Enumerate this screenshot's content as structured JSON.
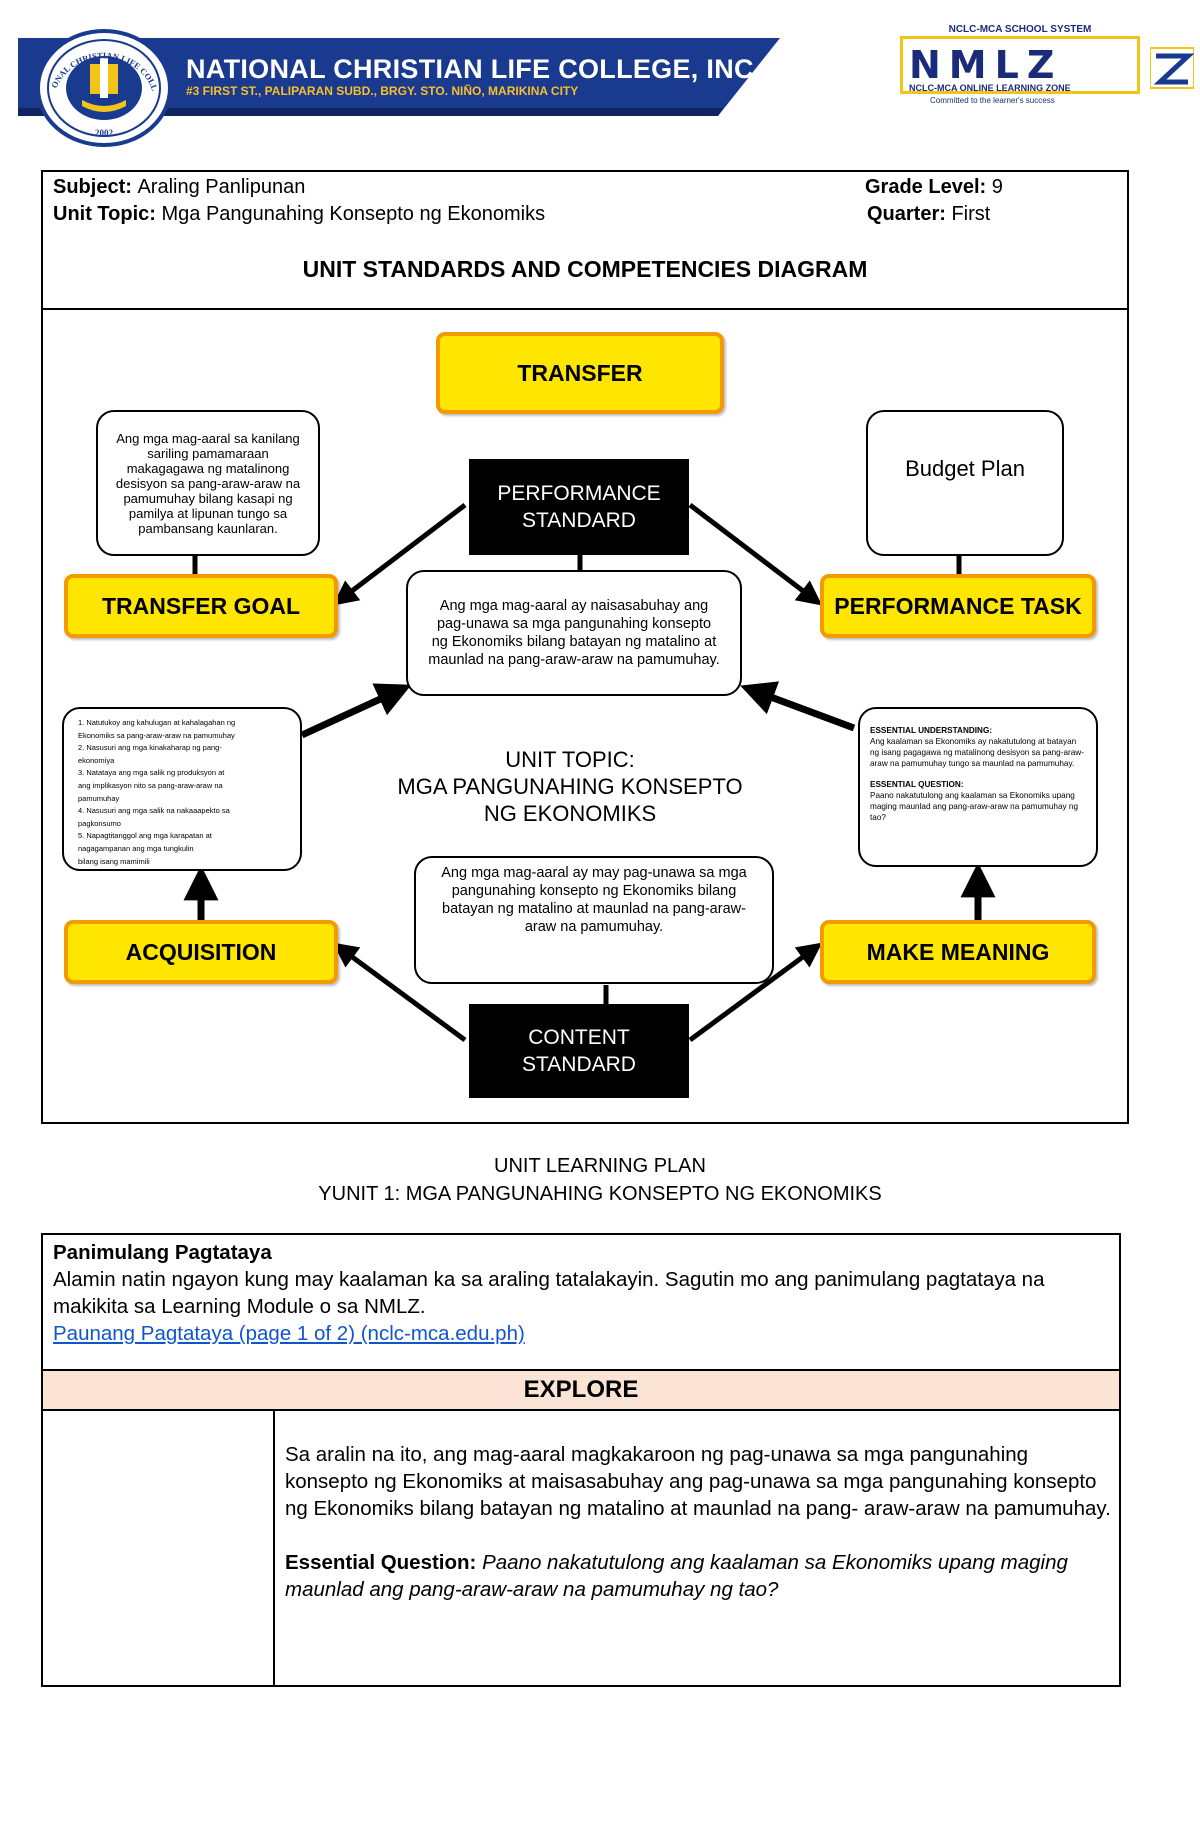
{
  "header": {
    "school_name": "NATIONAL CHRISTIAN LIFE COLLEGE, INC.",
    "school_address": "#3 FIRST ST., PALIPARAN SUBD., BRGY. STO. NIÑO, MARIKINA CITY",
    "seal_text": "NATIONAL CHRISTIAN LIFE COLLEGE",
    "seal_year": "2002",
    "brand_navy": "#1a3a8f",
    "nmlz_system": "NCLC-MCA SCHOOL SYSTEM",
    "nmlz_letters": "NMLZ",
    "nmlz_subtitle": "NCLC-MCA ONLINE LEARNING ZONE",
    "nmlz_tagline": "Committed to the learner's success"
  },
  "info": {
    "subject_label": "Subject:",
    "subject_value": "Araling Panlipunan",
    "unit_topic_label": "Unit Topic:",
    "unit_topic_value": "Mga Pangunahing Konsepto ng Ekonomiks",
    "grade_label": "Grade Level:",
    "grade_value": "9",
    "quarter_label": "Quarter:",
    "quarter_value": "First",
    "diagram_title": "UNIT STANDARDS AND COMPETENCIES DIAGRAM"
  },
  "diagram": {
    "transfer": "TRANSFER",
    "transfer_goal": "TRANSFER GOAL",
    "transfer_goal_text": "Ang mga mag-aaral sa kanilang sariling pamamaraan makagagawa ng matalinong desisyon sa pang-araw-araw na pamumuhay bilang kasapi ng pamilya at lipunan tungo sa pambansang kaunlaran.",
    "performance_standard_1": "PERFORMANCE",
    "performance_standard_2": "STANDARD",
    "performance_standard_text": "Ang mga mag-aaral ay naisasabuhay ang pag-unawa sa mga pangunahing konsepto ng Ekonomiks bilang batayan ng matalino at maunlad na pang-araw-araw na pamumuhay.",
    "performance_task": "PERFORMANCE TASK",
    "performance_task_text": "Budget Plan",
    "unit_topic_1": "UNIT TOPIC:",
    "unit_topic_2": "MGA PANGUNAHING KONSEPTO",
    "unit_topic_3": "NG EKONOMIKS",
    "acquisition": "ACQUISITION",
    "acquisition_items": [
      "1. Natutukoy ang kahulugan at kahalagahan ng",
      "Ekonomiks sa pang-araw-araw na pamumuhay",
      "2. Nasusuri ang mga kinakaharap ng pang-",
      "ekonomiya",
      "3. Natataya ang mga salik ng produksyon at",
      "ang implikasyon nito sa pang-araw-araw na",
      "pamumuhay",
      "4. Nasusuri ang mga salik na nakaaapekto sa",
      "pagkonsumo",
      "5. Napagtitanggol ang mga karapatan at",
      "nagagampanan ang mga tungkulin",
      "bilang isang mamimili"
    ],
    "make_meaning": "MAKE MEANING",
    "eu_label": "ESSENTIAL UNDERSTANDING:",
    "eu_text": "Ang kaalaman sa Ekonomiks ay nakatutulong at batayan ng isang pagagawa ng matalinong desisyon sa pang-araw-araw na pamumuhay tungo sa maunlad na pamumuhay.",
    "eq_label": "ESSENTIAL QUESTION:",
    "eq_text": "Paano nakatutulong ang kaalaman sa Ekonomiks upang maging maunlad ang pang-araw-araw na pamumuhay ng tao?",
    "content_standard_1": "CONTENT",
    "content_standard_2": "STANDARD",
    "content_standard_text": "Ang mga mag-aaral ay may pag-unawa sa mga pangunahing konsepto ng Ekonomiks bilang batayan ng matalino at maunlad na pang-araw-araw na pamumuhay."
  },
  "plan": {
    "title_1": "UNIT LEARNING PLAN",
    "title_2": "YUNIT 1: MGA PANGUNAHING KONSEPTO NG EKONOMIKS",
    "panimula_title": "Panimulang Pagtataya",
    "panimula_text": "Alamin natin ngayon kung may kaalaman ka sa araling tatalakayin. Sagutin mo ang panimulang pagtataya na makikita sa Learning Module o sa NMLZ.",
    "panimula_link": "Paunang Pagtataya (page 1 of 2) (nclc-mca.edu.ph)",
    "explore_label": "EXPLORE",
    "explore_text": "Sa aralin na ito, ang mag-aaral magkakaroon ng pag-unawa sa mga pangunahing konsepto ng Ekonomiks at maisasabuhay ang pag-unawa sa mga pangunahing konsepto ng Ekonomiks bilang batayan ng matalino at maunlad na pang- araw-araw na pamumuhay.",
    "eq_label": "Essential Question:",
    "eq_text": "Paano nakatutulong ang kaalaman sa Ekonomiks upang maging maunlad ang pang-araw-araw na pamumuhay ng tao?"
  }
}
